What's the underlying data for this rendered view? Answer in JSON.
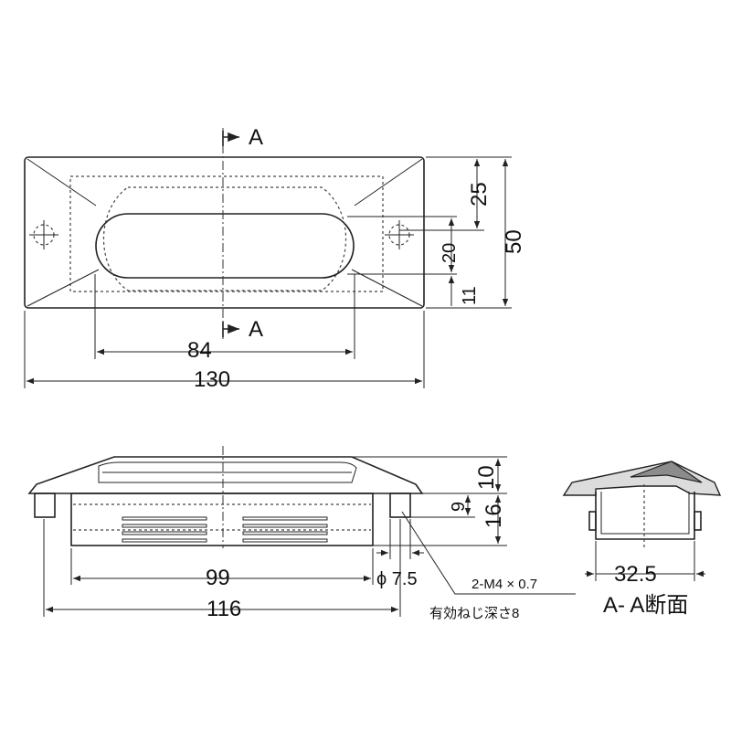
{
  "section_mark": "A",
  "top_view": {
    "dims": {
      "overall_width": "130",
      "inner_width": "84",
      "height": "50",
      "pitch": "25",
      "hole_span": "20",
      "edge_offset": "11"
    }
  },
  "front_view": {
    "dims": {
      "overall_width": "116",
      "body_width": "99",
      "flange_height": "10",
      "boss_height": "9",
      "body_height": "16",
      "hole_diameter": "ϕ 7.5"
    },
    "thread_note": "2-M4 × 0.7",
    "thread_depth_note": "有効ねじ深さ8"
  },
  "section_view": {
    "dims": {
      "width": "32.5"
    },
    "title": "A- A断面"
  }
}
